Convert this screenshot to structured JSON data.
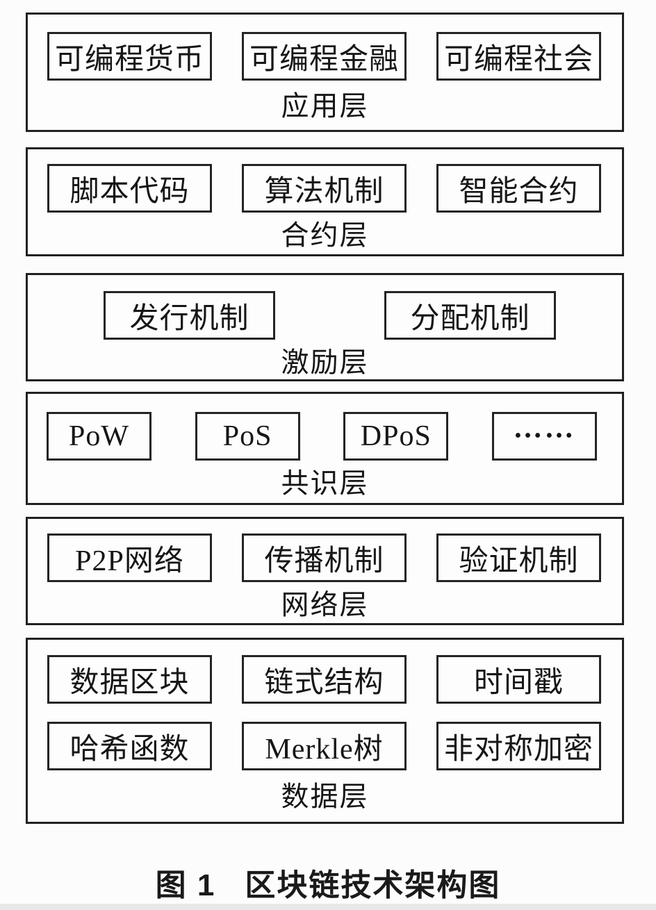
{
  "caption": {
    "label": "图 1",
    "title": "区块链技术架构图"
  },
  "colors": {
    "border": "#212121",
    "background": "#fcfcfc",
    "bottom_bar": "#e8e8e8"
  },
  "layers": [
    {
      "name": "应用层",
      "rows": [
        [
          "可编程货币",
          "可编程金融",
          "可编程社会"
        ]
      ]
    },
    {
      "name": "合约层",
      "rows": [
        [
          "脚本代码",
          "算法机制",
          "智能合约"
        ]
      ]
    },
    {
      "name": "激励层",
      "rows": [
        [
          "发行机制",
          "分配机制"
        ]
      ]
    },
    {
      "name": "共识层",
      "rows": [
        [
          "PoW",
          "PoS",
          "DPoS",
          "……"
        ]
      ]
    },
    {
      "name": "网络层",
      "rows": [
        [
          "P2P网络",
          "传播机制",
          "验证机制"
        ]
      ]
    },
    {
      "name": "数据层",
      "rows": [
        [
          "数据区块",
          "链式结构",
          "时间戳"
        ],
        [
          "哈希函数",
          "Merkle树",
          "非对称加密"
        ]
      ]
    }
  ]
}
